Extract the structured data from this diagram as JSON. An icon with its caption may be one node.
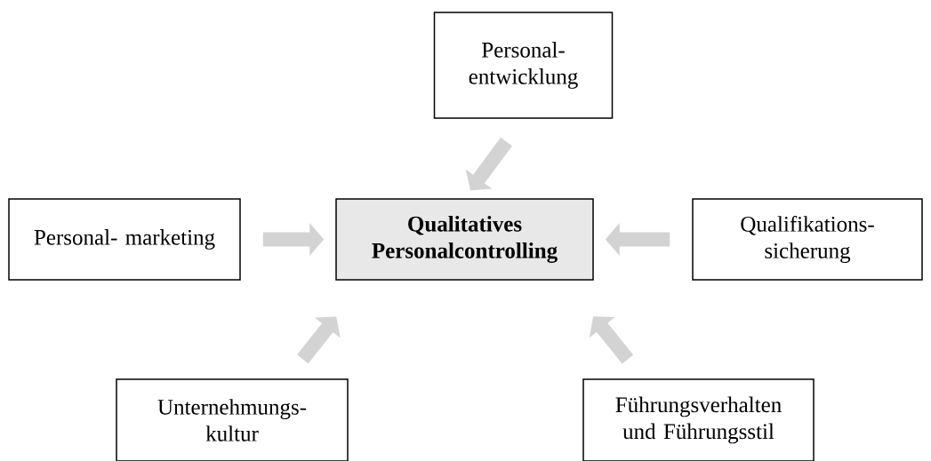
{
  "diagram": {
    "nodes": [
      {
        "text": [
          "Personal- entwicklung"
        ]
      },
      {
        "text": [
          "Personal- marketing"
        ]
      },
      {
        "text": [
          "Qualitatives Personalcontrolling"
        ]
      },
      {
        "text": [
          "Qualifikations- sicherung"
        ]
      },
      {
        "text": [
          "Unternehmungs- kultur"
        ]
      },
      {
        "text": [
          "Führungsverhalten und Führungsstil"
        ]
      }
    ],
    "edges": [
      {
        "from": 0,
        "to": 2,
        "arrow": "to"
      },
      {
        "from": 1,
        "to": 2,
        "arrow": "to"
      },
      {
        "from": 3,
        "to": 2,
        "arrow": "to"
      },
      {
        "from": 4,
        "to": 2,
        "arrow": "to"
      },
      {
        "from": 5,
        "to": 2,
        "arrow": "to"
      }
    ]
  }
}
